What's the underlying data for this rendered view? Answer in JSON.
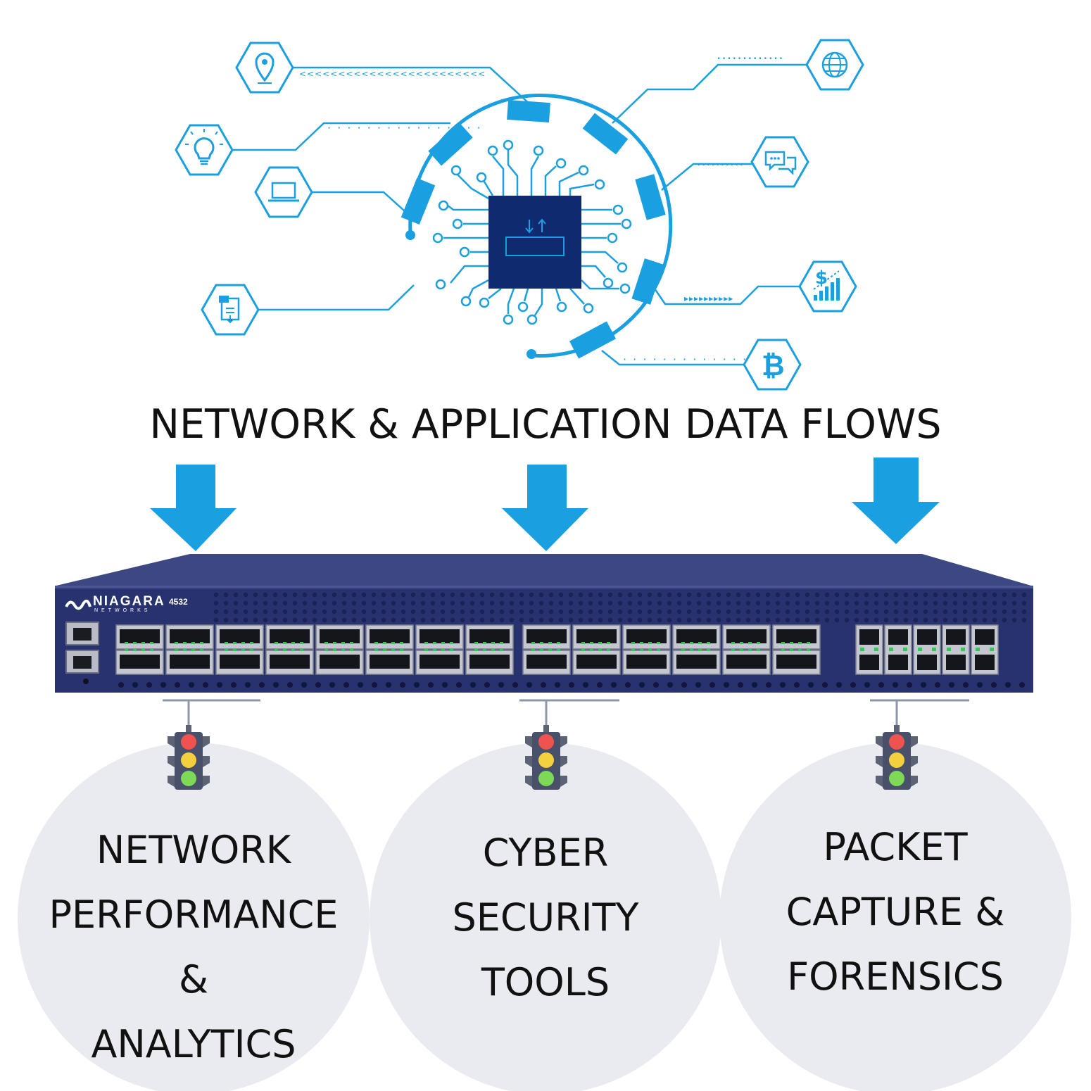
{
  "headline": "NETWORK & APPLICATION DATA FLOWS",
  "device": {
    "brand": "NIAGARA",
    "brand_sub": "NETWORKS",
    "model": "4532"
  },
  "destinations": [
    {
      "lines": [
        "NETWORK",
        "PERFORMANCE &",
        "ANALYTICS"
      ]
    },
    {
      "lines": [
        "CYBER",
        "SECURITY",
        "TOOLS"
      ]
    },
    {
      "lines": [
        "PACKET",
        "CAPTURE &",
        "FORENSICS"
      ]
    }
  ],
  "source_icons": [
    "location-pin-icon",
    "lightbulb-icon",
    "laptop-icon",
    "document-icon",
    "globe-icon",
    "chat-icon",
    "dollar-chart-icon",
    "bitcoin-icon"
  ],
  "colors": {
    "accent": "#1a9fe0",
    "chip": "#0f2a6e",
    "device_body": "#27326e",
    "device_top": "#3d4782",
    "circle": "#e9ebf0"
  }
}
